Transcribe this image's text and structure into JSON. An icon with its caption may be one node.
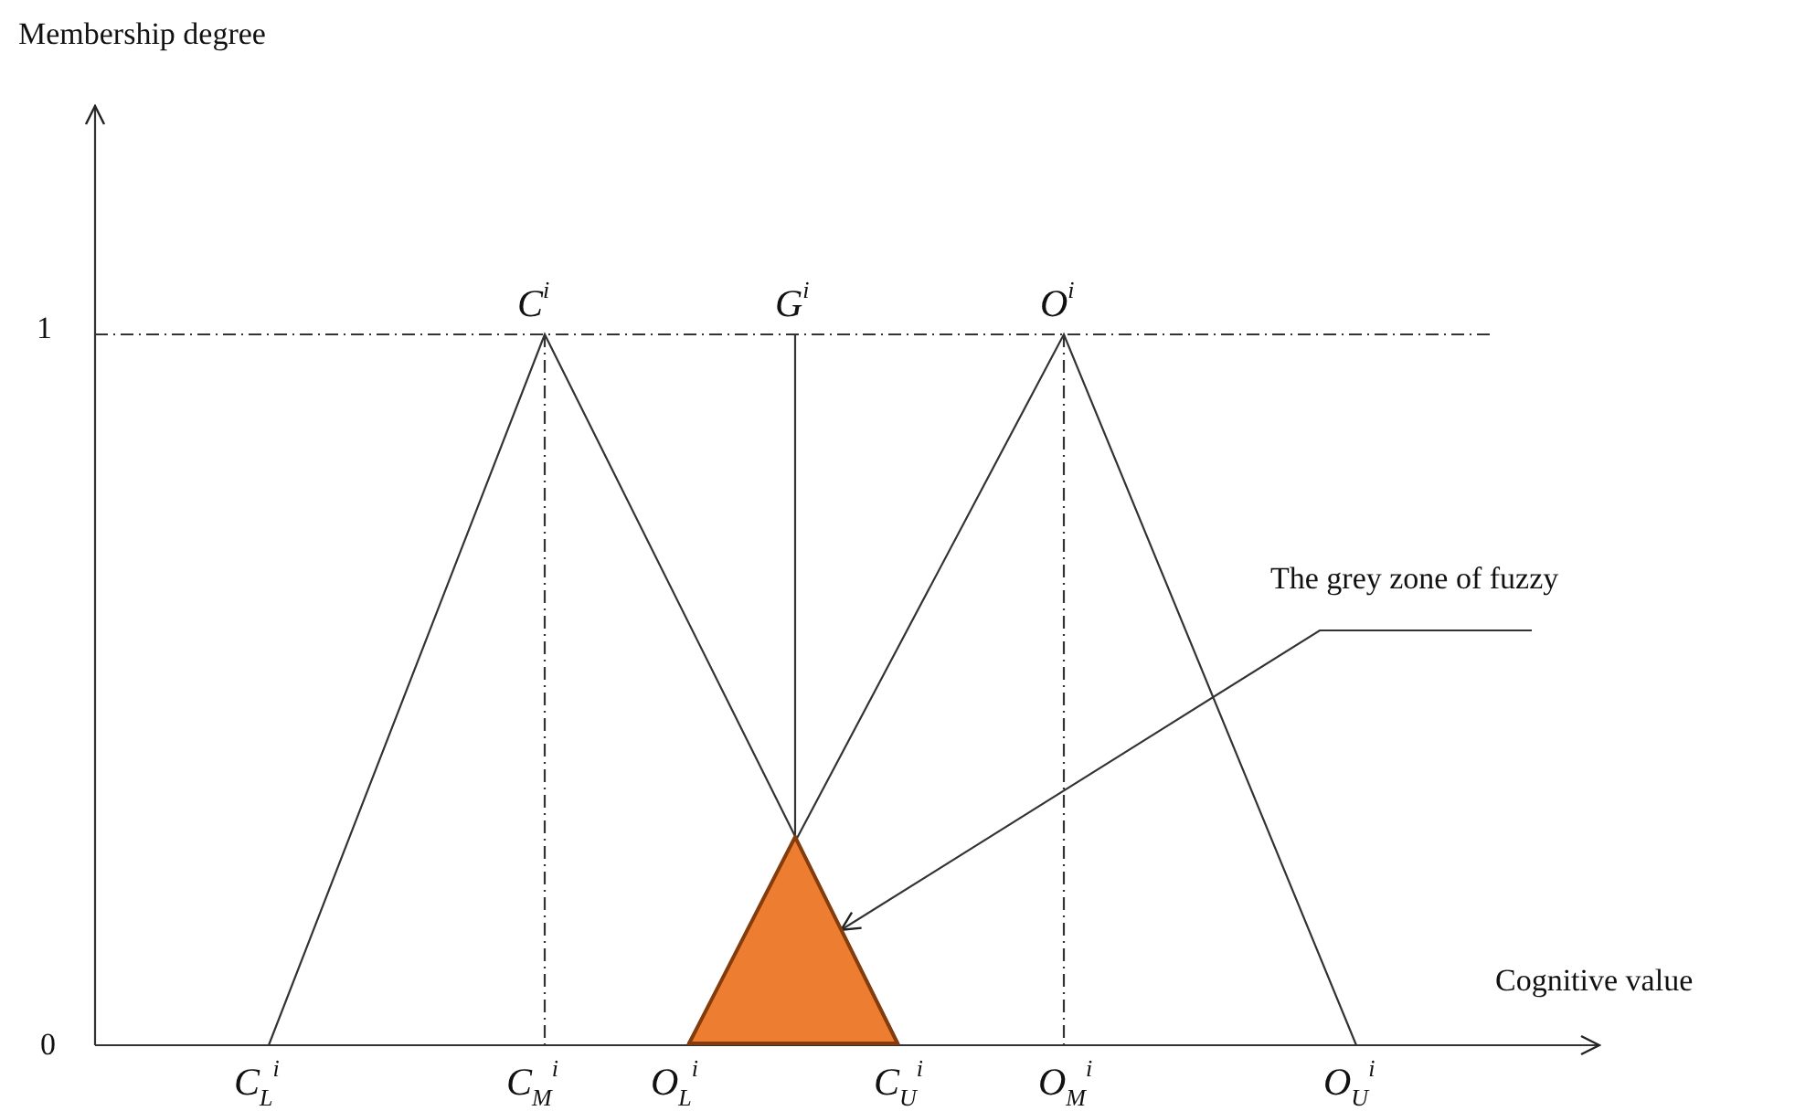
{
  "diagram": {
    "nodes": [
      {
        "text": [
          "The grey zone of fuzzy"
        ]
      },
      {
        "text": [],
        "shape": "triangle"
      }
    ],
    "edges": [
      {
        "from": 0,
        "to": 1,
        "arrow": "to"
      }
    ],
    "labels": [
      "Membership degree",
      "1",
      "C$^{i}$",
      "G$^{i}$",
      "O$^{i}$",
      "Cognitive value",
      "0",
      "C$_{L}$$^{i}$",
      "C$_{M}$$^{i}$",
      "O$_{L}$$^{i}$",
      "C$_{U}$$^{i}$",
      "O$_{M}$$^{i}$",
      "O$_{U}$$^{i}$"
    ]
  }
}
